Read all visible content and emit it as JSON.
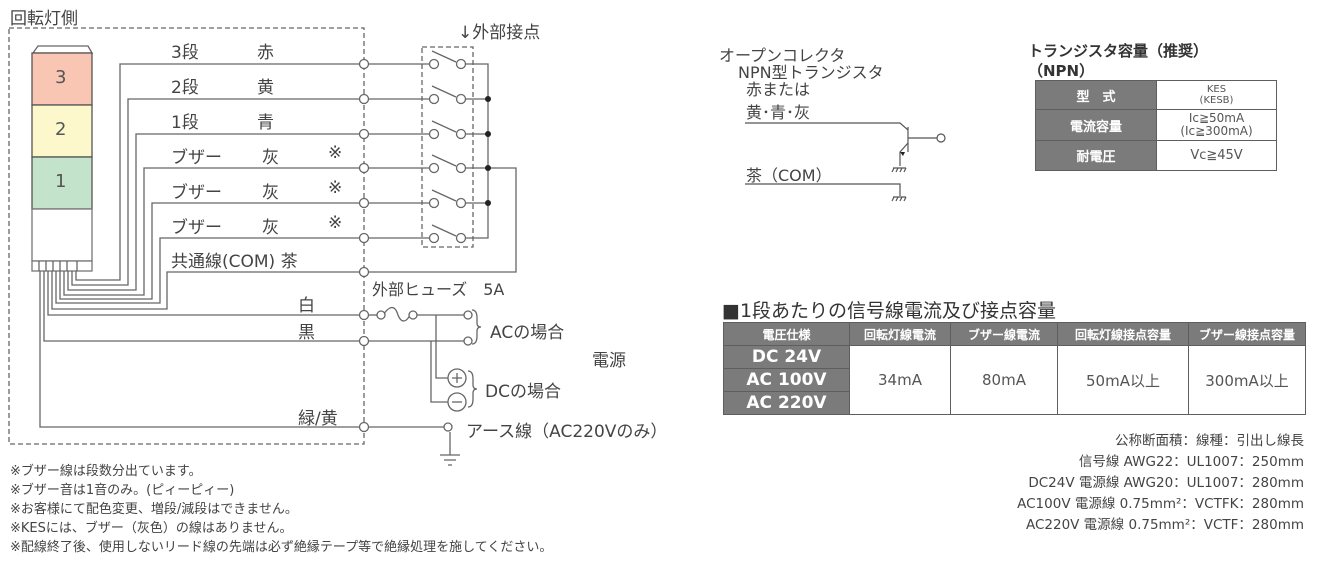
{
  "left_diagram": {
    "title": "回転灯側",
    "external_contacts_label": "↓外部接点",
    "tower_segments": [
      {
        "number": "3",
        "color": "#f9c6b4"
      },
      {
        "number": "2",
        "color": "#fdf8cc"
      },
      {
        "number": "1",
        "color": "#c4e3cb"
      }
    ],
    "wires": [
      {
        "tier": "3段",
        "color_name": "赤",
        "mark": ""
      },
      {
        "tier": "2段",
        "color_name": "黄",
        "mark": ""
      },
      {
        "tier": "1段",
        "color_name": "青",
        "mark": ""
      },
      {
        "tier": "ブザー",
        "color_name": "灰",
        "mark": "※"
      },
      {
        "tier": "ブザー",
        "color_name": "灰",
        "mark": "※"
      },
      {
        "tier": "ブザー",
        "color_name": "灰",
        "mark": "※"
      }
    ],
    "common_wire": "共通線(COM) 茶",
    "fuse_label": "外部ヒューズ　5A",
    "white_wire": "白",
    "black_wire": "黒",
    "ground_wire": "緑/黄",
    "ac_case": "ACの場合",
    "dc_case": "DCの場合",
    "power_label": "電源",
    "earth_label": "アース線（AC220Vのみ）",
    "plus_symbol": "+",
    "minus_symbol": "−"
  },
  "notes": [
    "※ブザー線は段数分出ています。",
    "※ブザー音は1音のみ。(ピィーピィー)",
    "※お客様にて配色変更、増段/減段はできません。",
    "※KESには、ブザー（灰色）の線はありません。",
    "※配線終了後、使用しないリード線の先端は必ず絶縁テープ等で絶縁処理を施してください。"
  ],
  "transistor_diagram": {
    "line1": "オープンコレクタ",
    "line2": "NPN型トランジスタ",
    "line3": "赤または",
    "line4": "黄･青･灰",
    "com_label": "茶（COM）"
  },
  "transistor_table": {
    "title_line1": "トランジスタ容量（推奨）",
    "title_line2": "（NPN）",
    "rows": [
      {
        "header": "型　式",
        "value_line1": "KES",
        "value_line2": "(KESB)"
      },
      {
        "header": "電流容量",
        "value_line1": "Ic≧50mA",
        "value_line2": "(Ic≧300mA)"
      },
      {
        "header": "耐電圧",
        "value_line1": "Vc≧45V",
        "value_line2": ""
      }
    ]
  },
  "current_table": {
    "title": "■1段あたりの信号線電流及び接点容量",
    "headers": [
      "電圧仕様",
      "回転灯線電流",
      "ブザー線電流",
      "回転灯線接点容量",
      "ブザー線接点容量"
    ],
    "voltages": [
      "DC 24V",
      "AC 100V",
      "AC 220V"
    ],
    "lamp_current": "34mA",
    "buzzer_current": "80mA",
    "lamp_contact": "50mA以上",
    "buzzer_contact": "300mA以上"
  },
  "wire_specs": {
    "header": "公称断面積：線種：引出し線長",
    "lines": [
      "信号線 AWG22：UL1007：250mm",
      "DC24V 電源線 AWG20：UL1007：280mm",
      "AC100V 電源線 0.75mm²：VCTFK：280mm",
      "AC220V 電源線 0.75mm²：VCTF：280mm"
    ]
  }
}
